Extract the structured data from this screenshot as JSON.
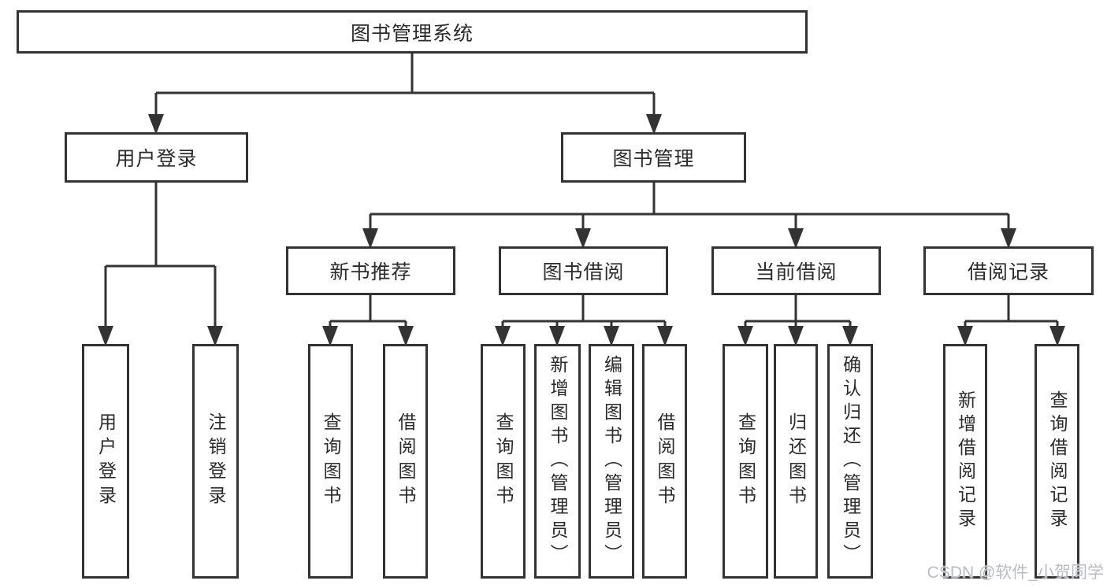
{
  "diagram": {
    "root": {
      "label": "图书管理系统"
    },
    "user_login": {
      "label": "用户登录",
      "children": [
        "用户登录",
        "注销登录"
      ]
    },
    "book_mgmt": {
      "label": "图书管理"
    },
    "new_book": {
      "label": "新书推荐",
      "children": [
        "查询图书",
        "借阅图书"
      ]
    },
    "book_borrow": {
      "label": "图书借阅",
      "children": [
        "查询图书",
        "新增图书（管理员）",
        "编辑图书（管理员）",
        "借阅图书"
      ]
    },
    "current_borrow": {
      "label": "当前借阅",
      "children": [
        "查询图书",
        "归还图书",
        "确认归还（管理员）"
      ]
    },
    "borrow_records": {
      "label": "借阅记录",
      "children": [
        "新增借阅记录",
        "查询借阅记录"
      ]
    }
  },
  "watermark": "CSDN @软件_小贺同学",
  "colors": {
    "line": "#333333",
    "box_border": "#333333",
    "box_fill": "#ffffff",
    "text": "#2b2b2b",
    "watermark": "#b9bdc3"
  }
}
